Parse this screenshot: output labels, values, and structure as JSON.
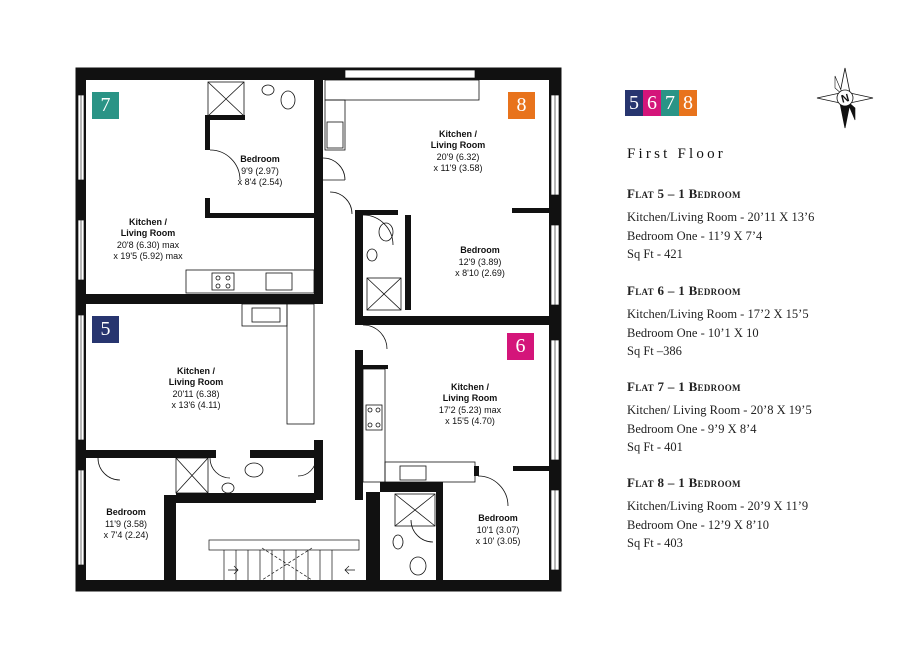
{
  "plan": {
    "badges": [
      {
        "text": "7",
        "color": "#2a9486"
      },
      {
        "text": "8",
        "color": "#e8731c"
      },
      {
        "text": "5",
        "color": "#27356f"
      },
      {
        "text": "6",
        "color": "#d4157a"
      }
    ],
    "rooms": {
      "f7_bed": {
        "name": "Bedroom",
        "d1": "9'9 (2.97)",
        "d2": "x 8'4 (2.54)"
      },
      "f7_kit": {
        "name1": "Kitchen /",
        "name2": "Living Room",
        "d1": "20'8 (6.30) max",
        "d2": "x 19'5 (5.92) max"
      },
      "f8_kit": {
        "name1": "Kitchen /",
        "name2": "Living Room",
        "d1": "20'9 (6.32)",
        "d2": "x 11'9 (3.58)"
      },
      "f8_bed": {
        "name": "Bedroom",
        "d1": "12'9 (3.89)",
        "d2": "x 8'10 (2.69)"
      },
      "f5_kit": {
        "name1": "Kitchen /",
        "name2": "Living Room",
        "d1": "20'11 (6.38)",
        "d2": "x 13'6 (4.11)"
      },
      "f5_bed": {
        "name": "Bedroom",
        "d1": "11'9 (3.58)",
        "d2": "x 7'4 (2.24)"
      },
      "f6_kit": {
        "name1": "Kitchen /",
        "name2": "Living Room",
        "d1": "17'2 (5.23) max",
        "d2": "x 15'5 (4.70)"
      },
      "f6_bed": {
        "name": "Bedroom",
        "d1": "10'1 (3.07)",
        "d2": "x 10' (3.05)"
      }
    },
    "compass_letter": "N"
  },
  "legend": {
    "strip": [
      {
        "text": "5",
        "color": "#27356f"
      },
      {
        "text": "6",
        "color": "#d4157a"
      },
      {
        "text": "7",
        "color": "#2a9486"
      },
      {
        "text": "8",
        "color": "#e8731c"
      }
    ],
    "floor_title": "First Floor",
    "flats": [
      {
        "heading": "Flat 5 – 1 Bedroom",
        "lines": [
          "Kitchen/Living Room - 20’11 X 13’6",
          "Bedroom One - 11’9 X 7’4",
          "Sq Ft - 421"
        ]
      },
      {
        "heading": "Flat 6 – 1 Bedroom",
        "lines": [
          "Kitchen/Living Room - 17’2 X 15’5",
          "Bedroom One - 10’1 X 10",
          "Sq Ft –386"
        ]
      },
      {
        "heading": "Flat 7 – 1 Bedroom",
        "lines": [
          "Kitchen/ Living Room - 20’8 X 19’5",
          "Bedroom One - 9’9 X 8’4",
          "Sq Ft - 401"
        ]
      },
      {
        "heading": "Flat 8 – 1 Bedroom",
        "lines": [
          "Kitchen/Living Room - 20’9 X 11’9",
          "Bedroom One - 12’9 X 8’10",
          "Sq Ft - 403"
        ]
      }
    ]
  }
}
